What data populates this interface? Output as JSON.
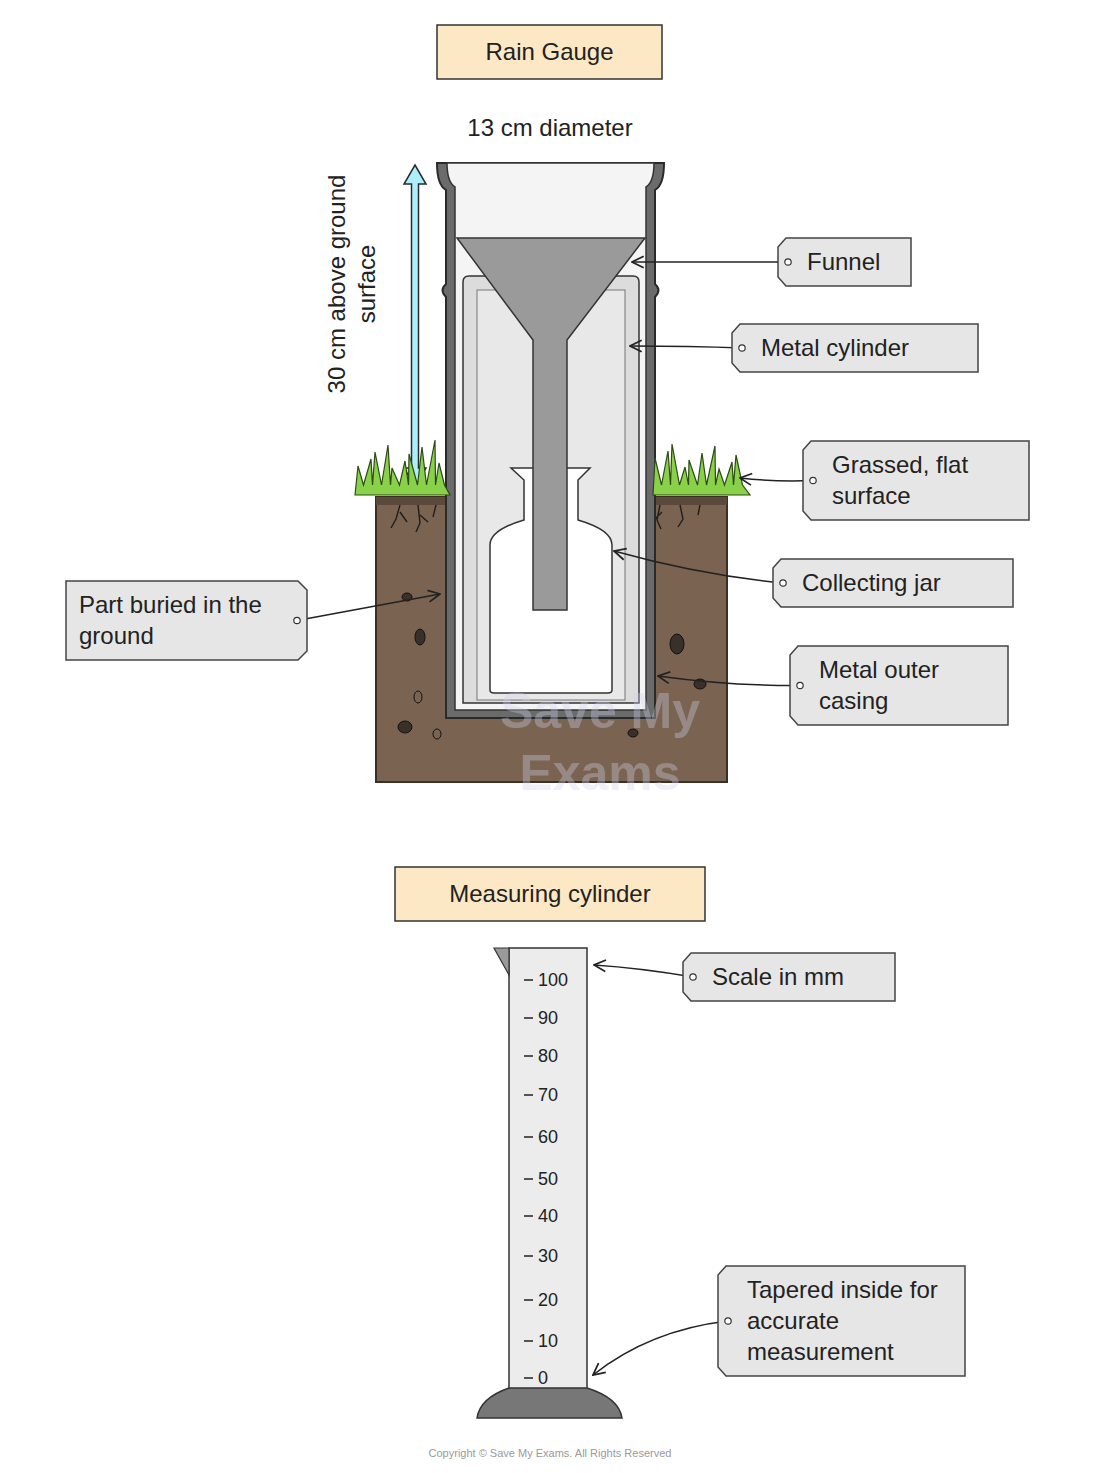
{
  "diagram": {
    "nodes": [
      {
        "text": [
          "Rain Gauge"
        ]
      },
      {
        "text": [
          "Funnel"
        ]
      },
      {
        "text": [
          "Metal cylinder"
        ]
      },
      {
        "text": [
          "Grassed, flat surface"
        ]
      },
      {
        "text": [
          "Collecting jar"
        ]
      },
      {
        "text": [
          "Part buried in the ground"
        ]
      },
      {
        "text": [
          "Metal outer casing"
        ]
      },
      {
        "text": [
          "Measuring cylinder"
        ]
      },
      {
        "text": [
          "Scale in mm"
        ]
      },
      {
        "text": [
          "Tapered inside for accurate measurement"
        ]
      }
    ],
    "labels": [
      "13 cm diameter",
      "30 cm above ground surface",
      "Save My Exams",
      "100",
      "90",
      "80",
      "70",
      "60",
      "50",
      "40",
      "30",
      "20",
      "10",
      "0",
      "Copyright © Save My Exams. All Rights Reserved"
    ]
  }
}
